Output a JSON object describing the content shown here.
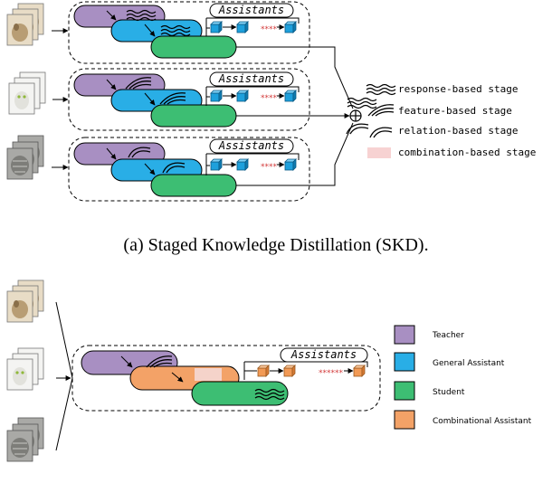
{
  "figure_a": {
    "caption": "(a) Staged Knowledge Distillation (SKD).",
    "rows": [
      {
        "assistants_label": "Assistants",
        "stage": "response"
      },
      {
        "assistants_label": "Assistants",
        "stage": "feature"
      },
      {
        "assistants_label": "Assistants",
        "stage": "relation"
      }
    ],
    "dots": "****",
    "legend": [
      {
        "icon": "response-icon",
        "label": "response-based stage"
      },
      {
        "icon": "feature-icon",
        "label": "feature-based stage"
      },
      {
        "icon": "relation-icon",
        "label": "relation-based stage"
      },
      {
        "icon": "combination-icon",
        "label": "combination-based stage"
      }
    ]
  },
  "figure_b": {
    "assistants_label": "Assistants",
    "dots": "******",
    "legend": [
      {
        "label": "Teacher",
        "color": "#a88fc2"
      },
      {
        "label": "General Assistant",
        "color": "#29aee6"
      },
      {
        "label": "Student",
        "color": "#3dbe73"
      },
      {
        "label": "Combinational Assistant",
        "color": "#f3a267"
      }
    ]
  },
  "colors": {
    "teacher": "#a88fc2",
    "general_assistant": "#29aee6",
    "student": "#3dbe73",
    "combinational_assistant": "#f3a267",
    "cube": "#1ea0dc",
    "cube_orange": "#f29a55"
  }
}
